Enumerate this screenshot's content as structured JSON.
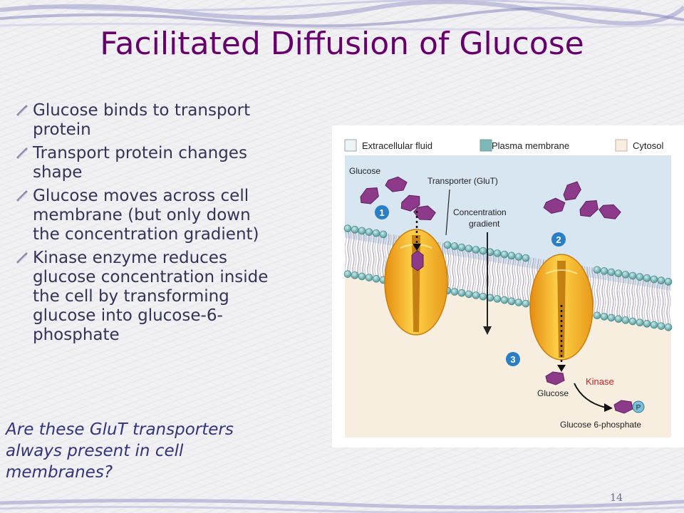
{
  "slide": {
    "title": "Facilitated Diffusion of Glucose",
    "bullets": [
      "Glucose binds to transport\nprotein",
      "Transport protein changes\nshape",
      "Glucose moves across cell\nmembrane (but only down\nthe concentration gradient)",
      "Kinase enzyme reduces\n glucose concentration inside\n the cell by transforming\nglucose into glucose-6-\nphosphate"
    ],
    "question": "Are these GluT transporters\n always present in cell\n membranes?",
    "page_number": "14"
  },
  "figure": {
    "legend": {
      "extracellular": "Extracellular fluid",
      "membrane": "Plasma membrane",
      "cytosol": "Cytosol"
    },
    "labels": {
      "glucose_top": "Glucose",
      "transporter": "Transporter (GluT)",
      "gradient_line1": "Concentration",
      "gradient_line2": "gradient",
      "kinase": "Kinase",
      "glucose_bottom": "Glucose",
      "g6p": "Glucose 6-phosphate",
      "phosphate": "P"
    },
    "steps": [
      "1",
      "2",
      "3"
    ],
    "colors": {
      "extracellular": "#d8e6f2",
      "cytosol": "#f8eee0",
      "membrane_head": "#74b0b0",
      "transporter": "#f4b626",
      "glucose": "#8e3a8a",
      "step_badge": "#2a7fc4",
      "kinase_text": "#cc2222"
    }
  }
}
